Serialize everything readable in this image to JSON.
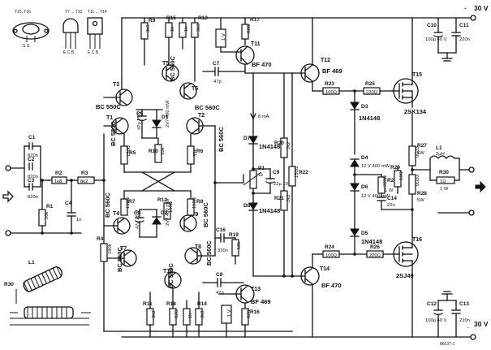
{
  "supply": {
    "positive": "30 V",
    "negative": "30 V"
  },
  "pinouts": {
    "t15_t16": "T15, T16",
    "t7_t10": "T7 ... T10",
    "t11_t14": "T11 ... T14",
    "pins_to92": "E  C  B",
    "pins_to126": "E  C  B",
    "pins_to3": "S   G"
  },
  "resistors": {
    "r1": "R1",
    "r1_val": "10k",
    "r2": "R2",
    "r2_val": "1k8",
    "r3": "R3",
    "r3_val": "8k2",
    "r4": "R4",
    "r4_val": "180k",
    "r5": "R5",
    "r5_val": "150Ω",
    "r6": "R6",
    "r6_val": "33k",
    "r7": "R7",
    "r7_val": "150Ω",
    "r8": "R8",
    "r8_val": "150Ω",
    "r9": "R9",
    "r9_val": "3k3",
    "r10": "R10",
    "r10_val": "10k",
    "r11": "R11",
    "r11_val": "3k3",
    "r12": "R12",
    "r12_val": "150Ω",
    "r13": "R13",
    "r13_val": "3k3",
    "r14": "R14",
    "r14_val": "3k3",
    "r15": "R15",
    "r15_val": "1k",
    "r16": "R16",
    "r16_val": "1k",
    "r17": "R17",
    "r17_val": "82Ω",
    "r18": "R18",
    "r18_val": "82Ω",
    "r19": "R19",
    "r19_val": "18k",
    "r20": "R20",
    "r20_val": "2k2",
    "r21": "R21",
    "r21_val": "2k2",
    "r22": "R22",
    "r22_val": "150Ω",
    "r23": "R23",
    "r23_val": "100Ω",
    "r24": "R24",
    "r24_val": "100Ω",
    "r25": "R25",
    "r25_val": "220Ω",
    "r26": "R26",
    "r26_val": "220Ω",
    "r27": "R27",
    "r27_val": "0Ω33",
    "r28": "R28",
    "r28_val": "0Ω33",
    "r29": "R29",
    "r29_val": "10Ω",
    "r30": "R30",
    "r30_val": "1Ω",
    "r29_w": "1 W",
    "r30_w": "1 W",
    "r27_w": "5W",
    "r28_w": "5W"
  },
  "capacitors": {
    "c1": "C1",
    "c1_val": "820n",
    "c2": "C2",
    "c2_val": "820n",
    "c3": "C3",
    "c3_val": "820n",
    "c4": "C4",
    "c4_val": "1n",
    "c5": "C5",
    "c5_val": "47µ\n25 V",
    "c6": "C6",
    "c6_val": "47µ\n25 V",
    "c7": "C7",
    "c7_val": "47p",
    "c8": "C8",
    "c8_val": "47p",
    "c9": "C9",
    "c9_val": "22µ\n10 V",
    "c10": "C10",
    "c10_val": "100µ\n40 V",
    "c11": "C11",
    "c11_val": "220n",
    "c12": "C12",
    "c12_val": "100µ\n40 V",
    "c13": "C13",
    "c13_val": "220n",
    "c14": "C14",
    "c14_val": "22n",
    "c16": "C16",
    "c16_val": "330n"
  },
  "transistors": {
    "t1": "T1",
    "t1_type": "BC 550C",
    "t2": "T2",
    "t2_type": "BC 560C",
    "t3": "T3",
    "t3_type": "BC 550C",
    "t4": "T4",
    "t4_type": "BC 560C",
    "t5": "T5",
    "t5_type": "BC 560C",
    "t6": "T6",
    "t6_type": "BC 560C",
    "t7": "T7",
    "t7_type": "BC 560C",
    "t8": "T8",
    "t8_type": "BC 560C",
    "t9": "T9",
    "t9_type": "BC 560C",
    "t10": "T10",
    "t10_type": "BC 560C",
    "t11": "T11",
    "t11_type": "BF 470",
    "t12": "T12",
    "t12_type": "BF 469",
    "t13": "T13",
    "t13_type": "BF 469",
    "t14": "T14",
    "t14_type": "BF 470",
    "t15": "T15",
    "t15_type": "2SK134",
    "t16": "T16",
    "t16_type": "2SJ49"
  },
  "diodes": {
    "d1": "D1",
    "d1_val": "2V7\n400 mW",
    "d2": "D2",
    "d2_val": "2V7\n400 mW",
    "d3": "D3",
    "d3_val": "1N4148",
    "d4": "D4",
    "d4_val": "12 V\n400 mW",
    "d5": "D5",
    "d5_val": "1N4148",
    "d6": "D6",
    "d6_val": "12 V\n400 mW",
    "d7": "D7",
    "d7_val": "1N4148",
    "d8": "D8",
    "d8_val": "1N4148"
  },
  "misc": {
    "p1": "P1",
    "p1_val": "1k",
    "l1": "L1",
    "l1_val": "2µH",
    "current": "8 mA",
    "vbox1": "1 V",
    "vbox2": "1 V",
    "l1_drawing": "L1",
    "r30_drawing": "R30",
    "figure_code": "86037-1"
  }
}
